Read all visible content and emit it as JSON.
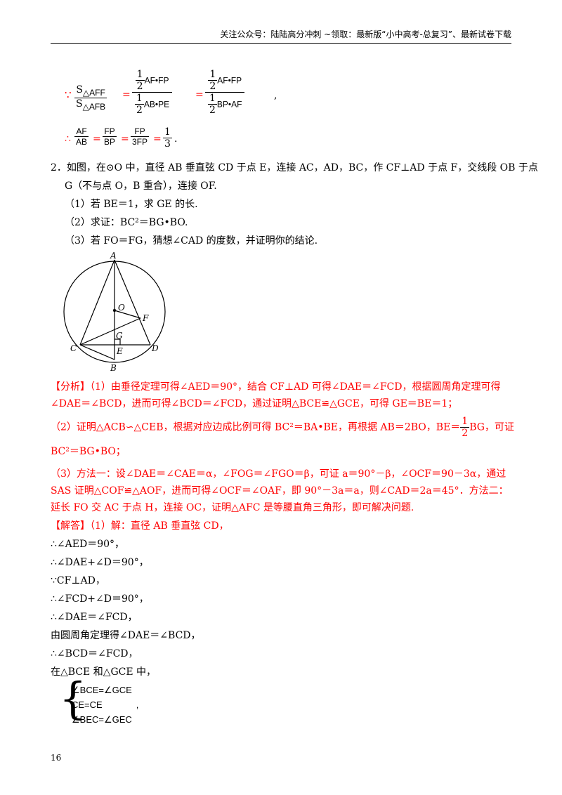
{
  "header": {
    "text": "关注公众号：陆陆高分冲刺  ~领取：最新版“小中高考-总复习”、最新试卷下载"
  },
  "top_formula": {
    "because": "∵",
    "s_num": "S",
    "s_num_sub": "△AFF",
    "s_den": "S",
    "s_den_sub": "△AFB",
    "eq": "=",
    "half": "1",
    "two": "2",
    "f1_num": "AF•FP",
    "f1_den": "AB•PE",
    "f2_num": "AF•FP",
    "f2_den": "BP•AF",
    "comma": ","
  },
  "second_formula": {
    "therefore": "∴",
    "a_num": "AF",
    "a_den": "AB",
    "b_num": "FP",
    "b_den": "BP",
    "c_num": "FP",
    "c_den": "3FP",
    "d_num": "1",
    "d_den": "3",
    "eq": "=",
    "period": "."
  },
  "problem": {
    "line1": "2．如图，在⊙O 中，直径 AB 垂直弦 CD 于点 E，连接 AC，AD，BC，作 CF⊥AD 于点 F，交线段 OB 于点",
    "line2": "G（不与点 O，B 重合），连接 OF.",
    "q1": "（1）若 BE＝1，求 GE 的长.",
    "q2": "（2）求证：BC²＝BG•BO.",
    "q3": "（3）若 FO＝FG，猜想∠CAD 的度数，并证明你的结论."
  },
  "figure": {
    "labels": {
      "A": "A",
      "O": "O",
      "F": "F",
      "G": "G",
      "C": "C",
      "E": "E",
      "D": "D",
      "B": "B"
    }
  },
  "analysis": {
    "l1": "【分析】（1）由垂径定理可得∠AED＝90°，结合 CF⊥AD 可得∠DAE＝∠FCD，根据圆周角定理可得",
    "l2": "∠DAE＝∠BCD，进而可得∠BCD＝∠FCD，通过证明△BCE≌△GCE，可得 GE＝BE＝1；",
    "l3a": "（2）证明△ACB∽△CEB，根据对应边成比例可得 BC²＝BA•BE，再根据 AB＝2BO，BE＝",
    "l3_num": "1",
    "l3_den": "2",
    "l3b": "BG，可证",
    "l4": "BC²＝BG•BO；",
    "l5": "（3）方法一：设∠DAE＝∠CAE＝α，∠FOG＝∠FGO＝β，可证 a＝90°－β，∠OCF＝90－3α，通过",
    "l6": "SAS 证明△COF≌△AOF，进而可得∠OCF＝∠OAF，即 90°－3a＝a，则∠CAD＝2a＝45°．方法二：",
    "l7": "延长 FO 交 AC 于点 H，连接 OC，证明△AFC 是等腰直角三角形，即可解决问题."
  },
  "solution": {
    "lines": [
      "【解答】（1）解：直径 AB 垂直弦 CD，",
      "∴∠AED＝90°，",
      "∴∠DAE+∠D＝90°，",
      "∵CF⊥AD，",
      "∴∠FCD+∠D＝90°，",
      "∴∠DAE＝∠FCD，",
      "由圆周角定理得∠DAE＝∠BCD，",
      "∴∠BCD＝∠FCD，",
      "在△BCE 和△GCE 中，"
    ],
    "system": [
      "∠BCE=∠GCE",
      "CE=CE",
      "∠BEC=∠GEC"
    ],
    "system_comma": ","
  },
  "page_number": "16"
}
